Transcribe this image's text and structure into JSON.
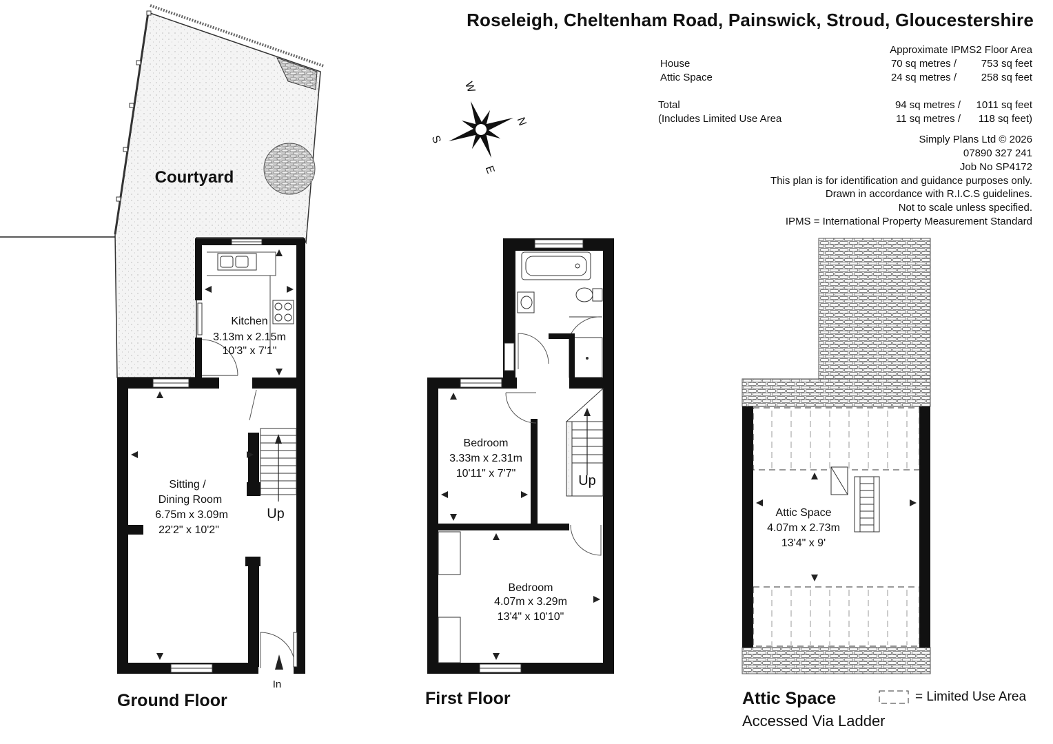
{
  "title": "Roseleigh, Cheltenham Road, Painswick, Stroud, Gloucestershire",
  "area_table": {
    "heading": "Approximate IPMS2 Floor Area",
    "rows": [
      {
        "label": "House",
        "metric": "70 sq metres /",
        "imperial": "753 sq feet"
      },
      {
        "label": "Attic Space",
        "metric": "24 sq metres /",
        "imperial": "258 sq feet"
      },
      {
        "label": "Total",
        "metric": "94 sq metres /",
        "imperial": "1011 sq feet"
      },
      {
        "label": "(Includes Limited Use Area",
        "metric": "11 sq metres /",
        "imperial": "118 sq feet)"
      }
    ]
  },
  "credits": [
    "Simply Plans Ltd © 2026",
    "07890 327 241",
    "Job No SP4172",
    "This plan is for identification and guidance purposes only.",
    "Drawn in accordance with R.I.C.S guidelines.",
    "Not to scale unless specified.",
    "IPMS = International Property Measurement Standard"
  ],
  "compass": {
    "n": "N",
    "e": "E",
    "s": "S",
    "w": "W"
  },
  "floors": {
    "ground": "Ground Floor",
    "first": "First Floor",
    "attic": "Attic Space",
    "attic_note": "Accessed Via Ladder"
  },
  "rooms": {
    "courtyard": {
      "name": "Courtyard"
    },
    "kitchen": {
      "name": "Kitchen",
      "metric": "3.13m x 2.15m",
      "imperial": "10'3\" x 7'1\""
    },
    "sitting": {
      "name1": "Sitting /",
      "name2": "Dining Room",
      "metric": "6.75m x 3.09m",
      "imperial": "22'2\" x 10'2\""
    },
    "bedroom1": {
      "name": "Bedroom",
      "metric": "3.33m x 2.31m",
      "imperial": "10'11\" x 7'7\""
    },
    "bedroom2": {
      "name": "Bedroom",
      "metric": "4.07m x 3.29m",
      "imperial": "13'4\" x 10'10\""
    },
    "attic": {
      "name": "Attic Space",
      "metric": "4.07m x 2.73m",
      "imperial": "13'4\" x 9'"
    }
  },
  "stair_labels": {
    "ground_up": "Up",
    "first_up": "Up",
    "entrance": "In"
  },
  "legend": {
    "text": "= Limited Use Area"
  }
}
